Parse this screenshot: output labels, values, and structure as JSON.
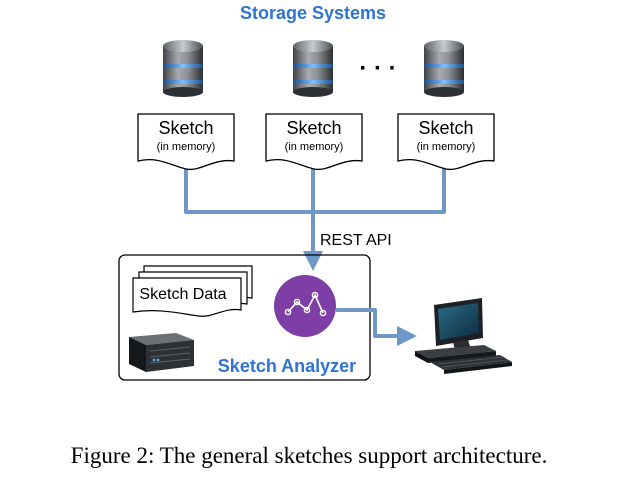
{
  "diagram": {
    "storage_title": "Storage Systems",
    "ellipsis": "· · ·",
    "sketches": [
      {
        "title": "Sketch",
        "subtitle": "(in memory)"
      },
      {
        "title": "Sketch",
        "subtitle": "(in memory)"
      },
      {
        "title": "Sketch",
        "subtitle": "(in memory)"
      }
    ],
    "api_label": "REST API",
    "sketch_data_label": "Sketch Data",
    "analyzer_label": "Sketch Analyzer"
  },
  "caption": "Figure 2: The general sketches support architecture.",
  "colors": {
    "accent_blue": "#2f74d0",
    "connector": "#6f97c8",
    "node_purple": "#7d3ea5",
    "database_gray": "#7f8489",
    "database_glow": "#58a7f4"
  },
  "icons": [
    "database-icon",
    "server-rack-icon",
    "desktop-computer-icon",
    "graph-nodes-icon"
  ]
}
